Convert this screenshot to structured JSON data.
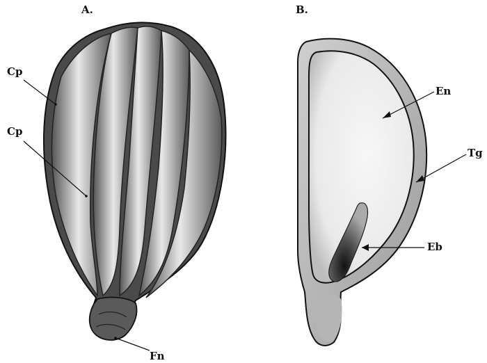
{
  "panels": {
    "a": {
      "label": "A."
    },
    "b": {
      "label": "B."
    }
  },
  "labels": {
    "cp_top": "Cp",
    "cp_mid": "Cp",
    "fn": "Fn",
    "en": "En",
    "tg": "Tg",
    "eb": "Eb"
  }
}
